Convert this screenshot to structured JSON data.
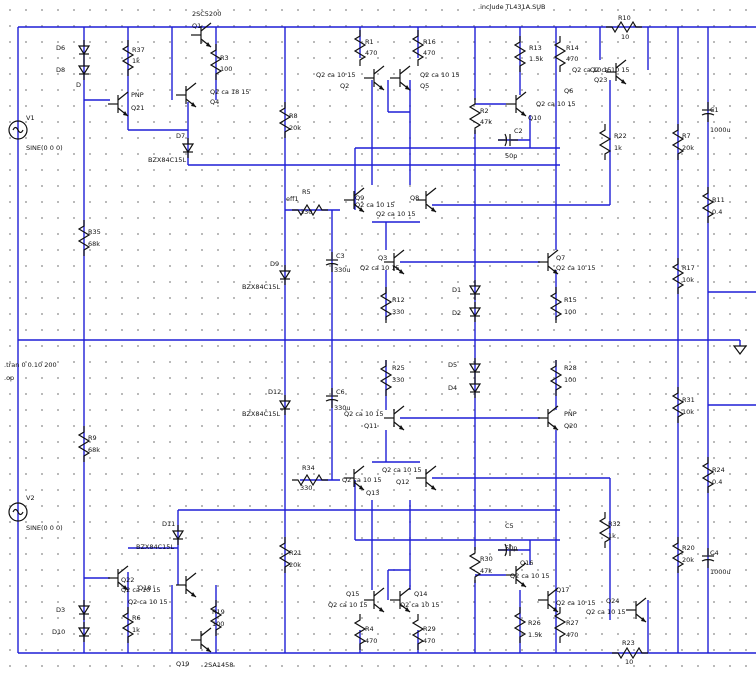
{
  "directives": {
    "include": ".include TL431A.SUB",
    "tran": ".tran 0 0.10 200",
    "op": ".op"
  },
  "sources": {
    "V1": {
      "name": "V1",
      "value": "SINE(0 0 0)"
    },
    "V2": {
      "name": "V2",
      "value": "SINE(0 0 0)"
    }
  },
  "resistors": {
    "R37": {
      "name": "R37",
      "value": "1k"
    },
    "R3": {
      "name": "R3",
      "value": "100"
    },
    "R8": {
      "name": "R8",
      "value": "20k"
    },
    "R1": {
      "name": "R1",
      "value": "470"
    },
    "R16": {
      "name": "R16",
      "value": "470"
    },
    "R2": {
      "name": "R2",
      "value": "47k"
    },
    "R13": {
      "name": "R13",
      "value": "1.5k"
    },
    "R14": {
      "name": "R14",
      "value": "470"
    },
    "R10": {
      "name": "R10",
      "value": "10"
    },
    "R22": {
      "name": "R22",
      "value": "1k"
    },
    "R7": {
      "name": "R7",
      "value": "20k"
    },
    "R11": {
      "name": "R11",
      "value": "0.4"
    },
    "R5": {
      "name": "R5",
      "value": "330"
    },
    "R35": {
      "name": "R35",
      "value": "68k"
    },
    "R12": {
      "name": "R12",
      "value": "330"
    },
    "R15": {
      "name": "R15",
      "value": "100"
    },
    "R17": {
      "name": "R17",
      "value": "10k"
    },
    "R25": {
      "name": "R25",
      "value": "330"
    },
    "R28": {
      "name": "R28",
      "value": "100"
    },
    "R31": {
      "name": "R31",
      "value": "10k"
    },
    "R9": {
      "name": "R9",
      "value": "68k"
    },
    "R34": {
      "name": "R34",
      "value": "330"
    },
    "R24": {
      "name": "R24",
      "value": "0.4"
    },
    "R32": {
      "name": "R32",
      "value": "1k"
    },
    "R21": {
      "name": "R21",
      "value": "20k"
    },
    "R30": {
      "name": "R30",
      "value": "47k"
    },
    "R20": {
      "name": "R20",
      "value": "20k"
    },
    "R6": {
      "name": "R6",
      "value": "1k"
    },
    "R19": {
      "name": "R19",
      "value": "100"
    },
    "R4": {
      "name": "R4",
      "value": "470"
    },
    "R29": {
      "name": "R29",
      "value": "470"
    },
    "R26": {
      "name": "R26",
      "value": "1.5k"
    },
    "R27": {
      "name": "R27",
      "value": "470"
    },
    "R23": {
      "name": "R23",
      "value": "10"
    }
  },
  "capacitors": {
    "C1": {
      "name": "C1",
      "value": "1000u"
    },
    "C2": {
      "name": "C2",
      "value": "50p"
    },
    "C3": {
      "name": "C3",
      "value": "330u"
    },
    "C4": {
      "name": "C4",
      "value": "1000u"
    },
    "C5": {
      "name": "C5",
      "value": "50p"
    },
    "C6": {
      "name": "C6",
      "value": "330u"
    }
  },
  "transistors": {
    "Q1": {
      "name": "Q1",
      "model": "2SC5200"
    },
    "Q21": {
      "name": "Q21",
      "model": "PNP"
    },
    "Q4": {
      "name": "Q4",
      "model": "Q2 ca 18 15"
    },
    "Q2": {
      "name": "Q2",
      "model": "Q2 ca 10 15"
    },
    "Q5": {
      "name": "Q5",
      "model": "Q2 ca 10 15"
    },
    "Q10": {
      "name": "Q10",
      "model": "Q2 ca 10 15"
    },
    "Q6": {
      "name": "Q6",
      "model": "Q2 ca 10 15"
    },
    "Q23": {
      "name": "Q23",
      "model": "Q2 ca 10 15"
    },
    "Q9": {
      "name": "Q9",
      "model": "Q2 ca 10 15"
    },
    "Q8": {
      "name": "Q8",
      "model": "Q2 ca 10 15"
    },
    "Q3": {
      "name": "Q3",
      "model": "Q2 ca 10 15"
    },
    "Q7": {
      "name": "Q7",
      "model": "Q2 ca 10 15"
    },
    "Q11": {
      "name": "Q11",
      "model": "Q2 ca 10 15"
    },
    "Q20": {
      "name": "Q20",
      "model": "PNP"
    },
    "Q13": {
      "name": "Q13",
      "model": "Q2 ca 10 15"
    },
    "Q12": {
      "name": "Q12",
      "model": "Q2 ca 10 15"
    },
    "Q22": {
      "name": "Q22",
      "model": "Q2 ca 10 15"
    },
    "Q18": {
      "name": "Q18",
      "model": "Q2 ca 10 15"
    },
    "Q19": {
      "name": "Q19",
      "model": "2SA1458"
    },
    "Q15": {
      "name": "Q15",
      "model": "Q2 ca 10 15"
    },
    "Q14": {
      "name": "Q14",
      "model": "Q2 ca 10 15"
    },
    "Q16": {
      "name": "Q16",
      "model": "Q2 ca 10 15"
    },
    "Q17": {
      "name": "Q17",
      "model": "Q2 ca 10 15"
    },
    "Q24": {
      "name": "Q24",
      "model": "Q2 ca 10 15"
    }
  },
  "diodes": {
    "D6": {
      "name": "D6",
      "model": "D"
    },
    "D8": {
      "name": "D8",
      "model": "D"
    },
    "D7": {
      "name": "D7",
      "model": "BZX84C15L"
    },
    "D9": {
      "name": "D9",
      "model": "BZX84C15L"
    },
    "D1": {
      "name": "D1",
      "model": "D"
    },
    "D2": {
      "name": "D2",
      "model": "D"
    },
    "D5": {
      "name": "D5",
      "model": "D"
    },
    "D4": {
      "name": "D4",
      "model": "D"
    },
    "D12": {
      "name": "D12",
      "model": "BZX84C15L"
    },
    "D11": {
      "name": "D11",
      "model": "BZX84C15L"
    },
    "D3": {
      "name": "D3",
      "model": "D"
    },
    "D10": {
      "name": "D10",
      "model": "D"
    }
  },
  "nets": {
    "input_label": "eff1"
  }
}
